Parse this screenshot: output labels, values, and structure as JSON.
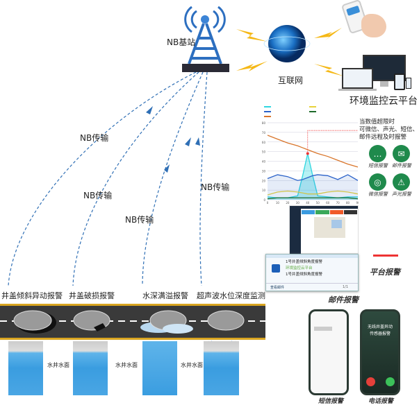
{
  "top": {
    "base_station": "NB基站",
    "internet": "互联网",
    "cloud_platform": "环境监控云平台"
  },
  "transmission_labels": [
    "NB传输",
    "NB传输",
    "NB传输",
    "NB传输"
  ],
  "sensors": [
    {
      "label": "井盖倾斜异动报警"
    },
    {
      "label": "井盖破损报警"
    },
    {
      "label": "水深满溢报警"
    },
    {
      "label": "超声波水位深度监测"
    }
  ],
  "water_labels": [
    "水井水面",
    "水井水面",
    "水井水面"
  ],
  "alert_note": [
    "当数值超限时",
    "可微信、声光、短信、",
    "邮件远程及时报警"
  ],
  "alert_channels": [
    {
      "label": "短信报警",
      "icon": "chat-icon"
    },
    {
      "label": "邮件报警",
      "icon": "mail-icon"
    },
    {
      "label": "微信报警",
      "icon": "wechat-icon"
    },
    {
      "label": "声光报警",
      "icon": "alarm-light-icon"
    }
  ],
  "email_popup": {
    "title": "1号井盖倾斜角度报警",
    "sender": "环境监控云平台",
    "body": "1号井盖倾斜角度报警",
    "link": "查看邮件",
    "pager": "1/1"
  },
  "captions": {
    "platform": "平台报警",
    "email": "邮件报警",
    "sms": "短信报警",
    "phone": "电话报警"
  },
  "phone_call": {
    "caller": "无线井盖异动传感器报警"
  },
  "colors": {
    "accent_green": "#1f8a4c",
    "water_blue": "#3a9de0",
    "road": "#3a3a3a",
    "dash_line": "#2f6fb5"
  },
  "chart_data": {
    "type": "line",
    "xlim": [
      0,
      90
    ],
    "ylim": [
      0,
      80
    ],
    "x_ticks": [
      0,
      10,
      20,
      30,
      40,
      50,
      60,
      70,
      80,
      90
    ],
    "y_ticks": [
      0,
      10,
      20,
      30,
      40,
      50,
      60,
      70,
      80
    ],
    "grid": true,
    "x": [
      0,
      10,
      20,
      30,
      35,
      40,
      45,
      50,
      60,
      70,
      80,
      90
    ],
    "series": [
      {
        "color": "#2fd6e0",
        "values": [
          3,
          2,
          2,
          4,
          25,
          48,
          25,
          4,
          3,
          2,
          3,
          3
        ]
      },
      {
        "color": "#e8d23a",
        "values": [
          5,
          8,
          9,
          8,
          7,
          6,
          6,
          6,
          8,
          9,
          8,
          6
        ]
      },
      {
        "color": "#2b62c9",
        "values": [
          22,
          26,
          24,
          20,
          21,
          23,
          25,
          26,
          25,
          21,
          26,
          20
        ]
      },
      {
        "color": "#1d6a2a",
        "values": [
          1,
          2,
          2,
          2,
          2,
          2,
          2,
          2,
          2,
          2,
          2,
          1
        ]
      },
      {
        "color": "#d9752a",
        "values": [
          67,
          63,
          59,
          56,
          54,
          52,
          50,
          48,
          45,
          41,
          37,
          34
        ]
      }
    ],
    "alarm_point": {
      "x": 40,
      "y": 48
    }
  }
}
